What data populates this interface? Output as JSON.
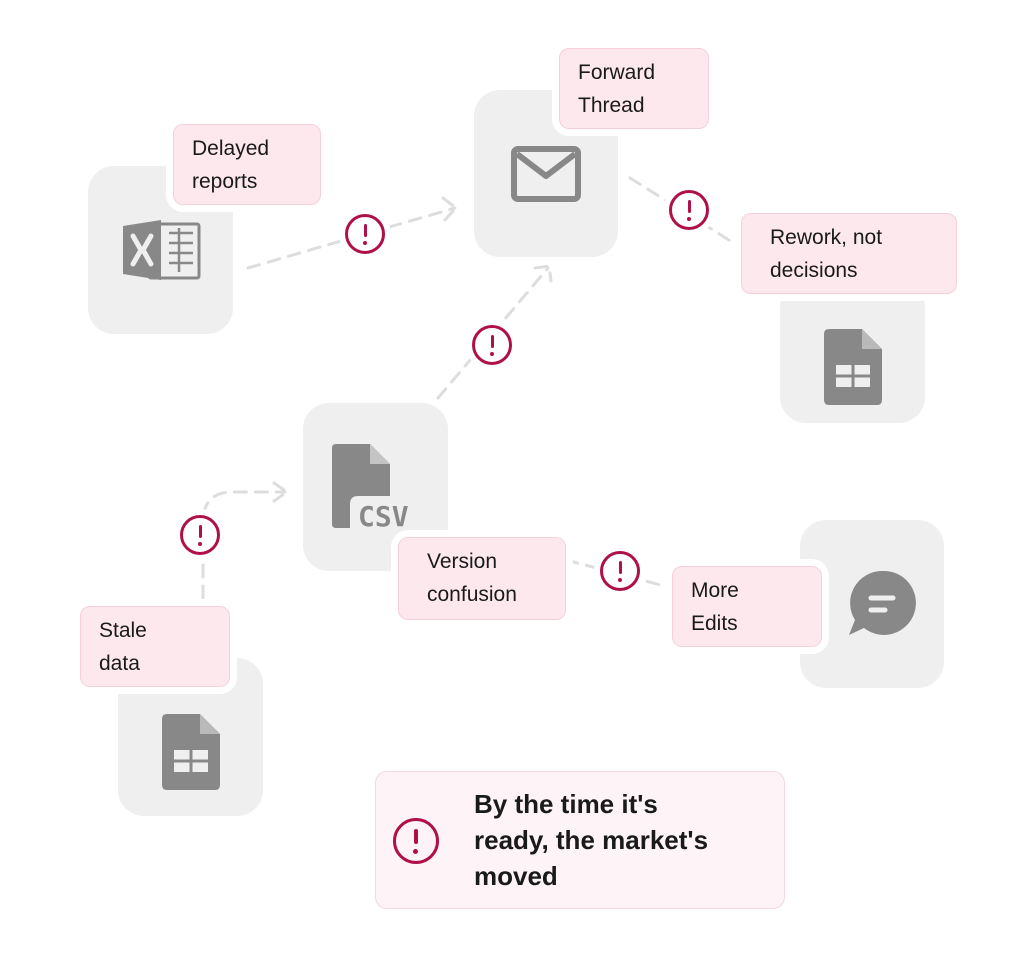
{
  "labels": {
    "delayed_reports": [
      "Delayed",
      "reports"
    ],
    "forward_thread": [
      "Forward",
      "Thread"
    ],
    "rework": [
      "Rework, not",
      "decisions"
    ],
    "version_confusion": [
      "Version",
      "confusion"
    ],
    "more_edits": [
      "More",
      "Edits"
    ],
    "stale_data": [
      "Stale",
      "data"
    ]
  },
  "callout": [
    "By the time it's",
    "ready, the market's",
    "moved"
  ],
  "icons": {
    "excel": "excel-icon",
    "mail": "mail-icon",
    "csv": "csv-file-icon",
    "sheet": "google-sheets-icon",
    "chat": "chat-bubble-icon",
    "alert": "exclamation-circle-icon"
  },
  "colors": {
    "tile": "#efefef",
    "icon": "#888888",
    "tag_fill": "#fde8ee",
    "tag_border": "#f7cfdb",
    "alert": "#b0104a",
    "connector": "#dddddd"
  }
}
